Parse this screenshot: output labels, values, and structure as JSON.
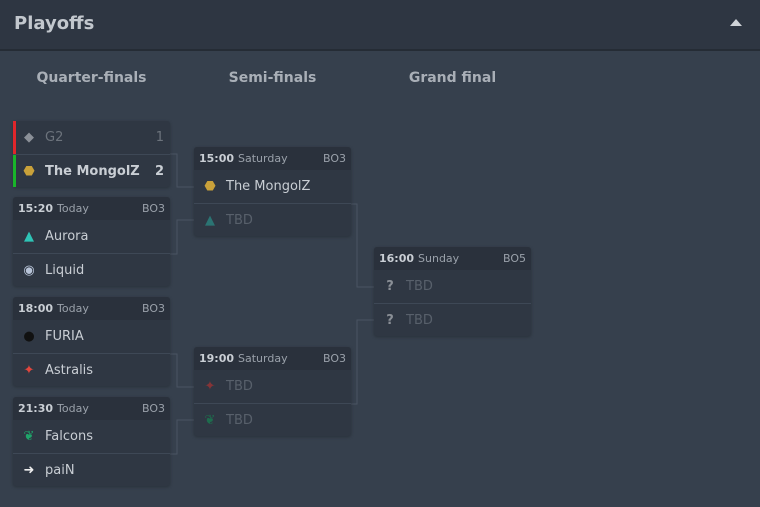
{
  "header": {
    "title": "Playoffs"
  },
  "columns": [
    "Quarter-finals",
    "Semi-finals",
    "Grand final"
  ],
  "quarterfinals": [
    {
      "teams": [
        {
          "name": "G2",
          "score": "1",
          "icon": "g2-logo"
        },
        {
          "name": "The MongolZ",
          "score": "2",
          "icon": "mongolz-logo"
        }
      ]
    },
    {
      "time": "15:20",
      "day": "Today",
      "format": "BO3",
      "teams": [
        {
          "name": "Aurora",
          "icon": "aurora-logo"
        },
        {
          "name": "Liquid",
          "icon": "liquid-logo"
        }
      ]
    },
    {
      "time": "18:00",
      "day": "Today",
      "format": "BO3",
      "teams": [
        {
          "name": "FURIA",
          "icon": "furia-logo"
        },
        {
          "name": "Astralis",
          "icon": "astralis-logo"
        }
      ]
    },
    {
      "time": "21:30",
      "day": "Today",
      "format": "BO3",
      "teams": [
        {
          "name": "Falcons",
          "icon": "falcons-logo"
        },
        {
          "name": "paiN",
          "icon": "pain-logo"
        }
      ]
    }
  ],
  "semifinals": [
    {
      "time": "15:00",
      "day": "Saturday",
      "format": "BO3",
      "teams": [
        {
          "name": "The MongolZ"
        },
        {
          "name": "TBD"
        }
      ]
    },
    {
      "time": "19:00",
      "day": "Saturday",
      "format": "BO3",
      "teams": [
        {
          "name": "TBD"
        },
        {
          "name": "TBD"
        }
      ]
    }
  ],
  "final": {
    "time": "16:00",
    "day": "Sunday",
    "format": "BO5",
    "teams": [
      {
        "name": "TBD"
      },
      {
        "name": "TBD"
      }
    ]
  },
  "colors": {
    "loser": "#e0262b",
    "winner": "#19b52a",
    "mongolz": "#c9a13a",
    "aurora": "#2ec4b6",
    "astralis": "#e2463d",
    "falcons": "#1fa56a"
  }
}
